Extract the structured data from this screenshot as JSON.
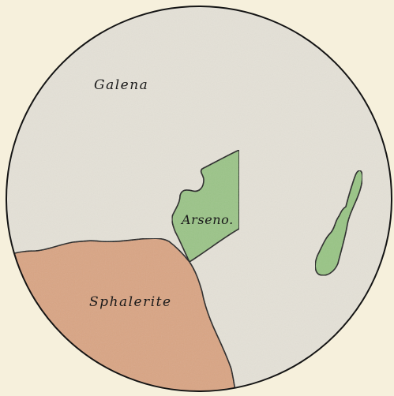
{
  "diagram": {
    "labels": {
      "galena": "Galena",
      "arseno": "Arseno.",
      "sphalerite": "Sphalerite"
    },
    "colors": {
      "paper": "#f6f0dc",
      "galena_fill": "#e4e1d7",
      "arseno_fill": "#9bc488",
      "grain_fill": "#99c585",
      "sphalerite_fill": "#d9a584",
      "outline": "#141414"
    }
  }
}
